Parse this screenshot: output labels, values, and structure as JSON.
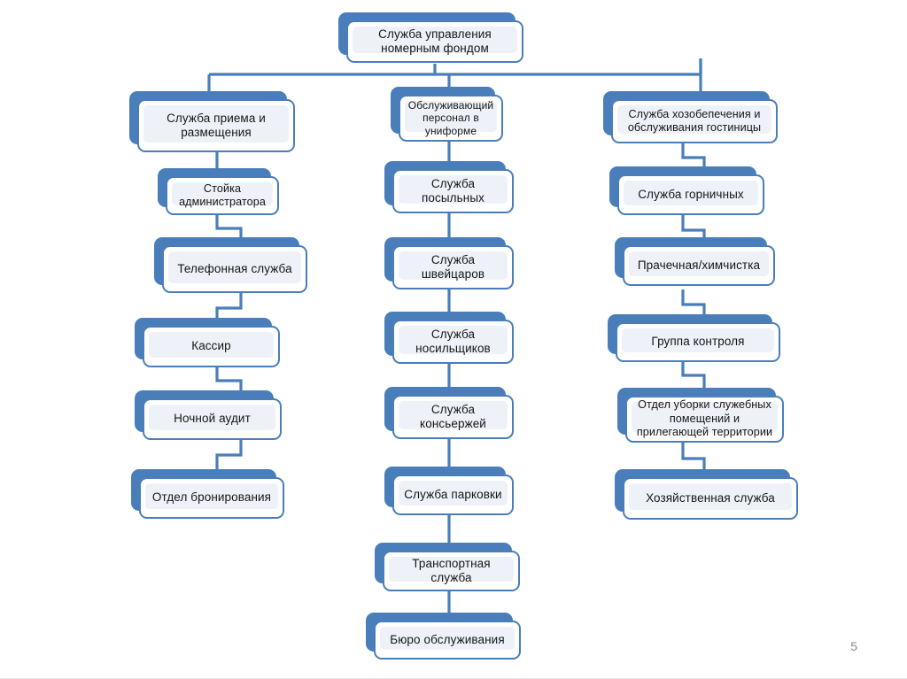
{
  "slide": {
    "page_number": "5",
    "accent_color": "#4a7ebb",
    "face_fill": "#ffffff",
    "inner_fill": "#eef2f8",
    "text_color": "#161616",
    "background": "#ffffff"
  },
  "chart_data": {
    "type": "diagram",
    "subtype": "organizational-hierarchy-tree",
    "title": "Служба управления номерным фондом",
    "orientation": "top-down, three branch columns, each column a vertical chain",
    "root": {
      "id": "root",
      "label": "Служба управления номерным фондом"
    },
    "branches": [
      {
        "id": "branch-reception",
        "column": "left",
        "head": "Служба приема и размещения",
        "connector_style": "stepped",
        "chain": [
          "Служба приема и размещения",
          "Стойка администратора",
          "Телефонная служба",
          "Кассир",
          "Ночной аудит",
          "Отдел бронирования"
        ]
      },
      {
        "id": "branch-uniformed",
        "column": "center",
        "head": "Обслуживающий персонал в униформе",
        "connector_style": "straight",
        "chain": [
          "Обслуживающий персонал в униформе",
          "Служба посыльных",
          "Служба швейцаров",
          "Служба носильщиков",
          "Служба консьержей",
          "Служба парковки",
          "Транспортная служба",
          "Бюро обслуживания"
        ]
      },
      {
        "id": "branch-housekeeping",
        "column": "right",
        "head": "Служба хозобепечения и обслуживания гостиницы",
        "connector_style": "stepped",
        "chain": [
          "Служба хозобепечения и обслуживания гостиницы",
          "Служба горничных",
          "Прачечная/химчистка",
          "Группа контроля",
          "Отдел уборки служебных помещений и прилегающей территории",
          "Хозяйственная служба"
        ]
      }
    ]
  },
  "nodes": {
    "root": {
      "label": "Служба управления номерным фондом"
    },
    "l1": {
      "label": "Служба приема и размещения"
    },
    "l2": {
      "label": "Стойка администратора"
    },
    "l3": {
      "label": "Телефонная служба"
    },
    "l4": {
      "label": "Кассир"
    },
    "l5": {
      "label": "Ночной аудит"
    },
    "l6": {
      "label": "Отдел бронирования"
    },
    "c1": {
      "label": "Обслуживающий персонал в униформе"
    },
    "c2": {
      "label": "Служба посыльных"
    },
    "c3": {
      "label": "Служба швейцаров"
    },
    "c4": {
      "label": "Служба носильщиков"
    },
    "c5": {
      "label": "Служба консьержей"
    },
    "c6": {
      "label": "Служба парковки"
    },
    "c7": {
      "label": "Транспортная служба"
    },
    "c8": {
      "label": "Бюро обслуживания"
    },
    "r1": {
      "label": "Служба хозобепечения и обслуживания гостиницы"
    },
    "r2": {
      "label": "Служба горничных"
    },
    "r3": {
      "label": "Прачечная/химчистка"
    },
    "r4": {
      "label": "Группа контроля"
    },
    "r5": {
      "label": "Отдел уборки служебных помещений и прилегающей территории"
    },
    "r6": {
      "label": "Хозяйственная служба"
    }
  }
}
